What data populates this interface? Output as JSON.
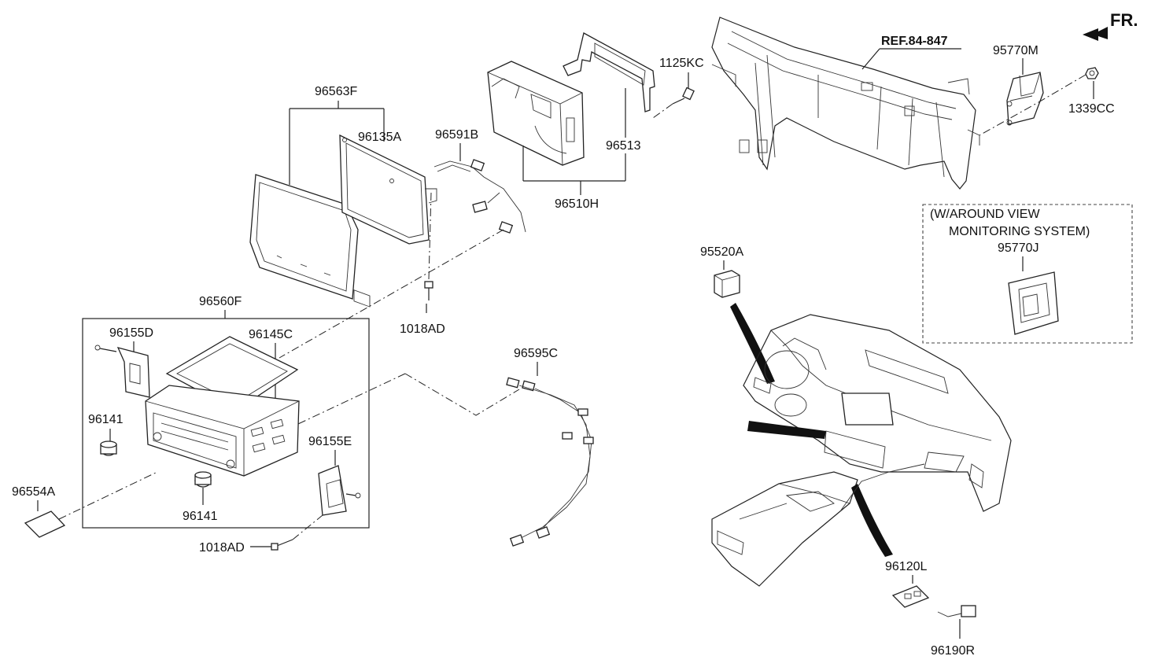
{
  "orientation_label": "FR.",
  "reference_label": "REF.84-847",
  "option_note": {
    "line1": "(W/AROUND VIEW",
    "line2": "MONITORING SYSTEM)"
  },
  "parts": {
    "p96563F": "96563F",
    "p96135A": "96135A",
    "p96591B": "96591B",
    "p96513": "96513",
    "p96510H": "96510H",
    "p1125KC": "1125KC",
    "p95770M": "95770M",
    "p1339CC": "1339CC",
    "p1018AD_top": "1018AD",
    "p96560F": "96560F",
    "p96155D": "96155D",
    "p96145C": "96145C",
    "p96141_a": "96141",
    "p96141_b": "96141",
    "p96155E": "96155E",
    "p96554A": "96554A",
    "p1018AD_bottom": "1018AD",
    "p96595C": "96595C",
    "p95520A": "95520A",
    "p95770J": "95770J",
    "p96120L": "96120L",
    "p96190R": "96190R"
  },
  "icons": {
    "front_arrow": "arrow-left-icon"
  }
}
